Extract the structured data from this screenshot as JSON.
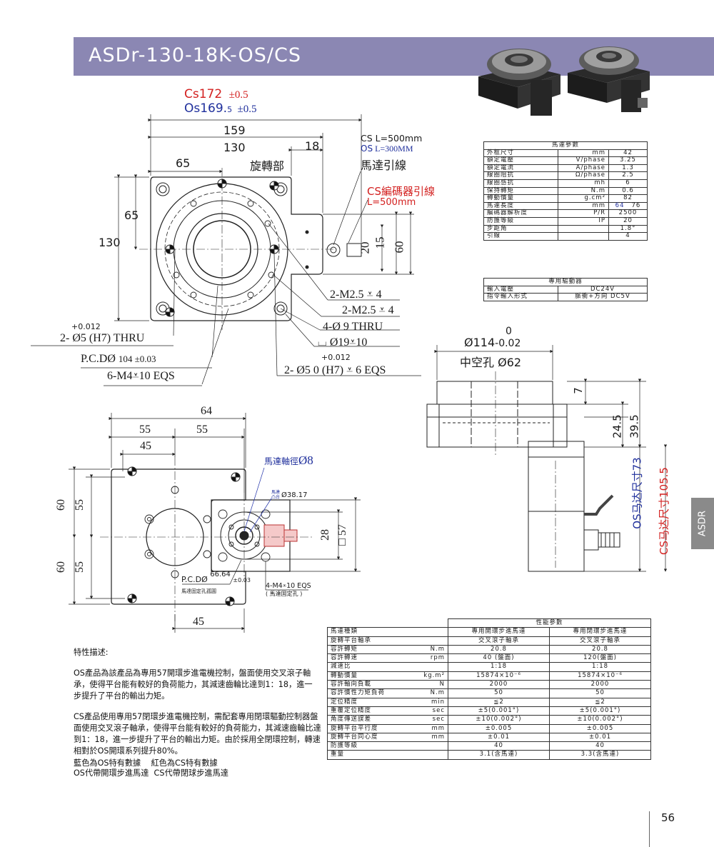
{
  "header": {
    "title": "ASDr-130-18K-OS/CS"
  },
  "side_tab": "ASDR",
  "page_number": "56",
  "drawing_top": {
    "cs_total": "Cs172",
    "cs_tol": "±0.5",
    "os_total": "Os169.",
    "os_total_sub": "5",
    "os_tol": "±0.5",
    "dim_159": "159",
    "dim_130_top": "130",
    "dim_18": "18",
    "dim_65_top": "65",
    "rotating_part": "旋轉部",
    "dim_65_left": "65",
    "dim_130_left": "130",
    "cs_lead": "CS L=500mm",
    "os_lead_prefix": "OS",
    "os_lead": " L=300MM",
    "motor_lead": "馬達引線",
    "encoder_lead": "CS編碼器引線",
    "encoder_lead_len": "L=500mm",
    "dim_20": "20",
    "dim_15": "15",
    "dim_60": "60",
    "m25_a": "2-M2.5",
    "m25_a_depth": "4",
    "m25_b": "2-M2.5",
    "m25_b_depth": "4",
    "holes_9": "4-Ø 9 THRU",
    "cbore_19": "Ø19",
    "cbore_19_depth": "10",
    "tol_012_left": "+0.012",
    "pin_left": "2- Ø5  (H7) THRU",
    "pcd": "P.C.DØ",
    "pcd_val": "104 ±0.03",
    "m4": "6-M4",
    "m4_depth": "10 EQS",
    "tol_012_right": "+0.012",
    "pin_right_a": "2- Ø5",
    "pin_right_b": "0  (H7)",
    "pin_right_depth": "6 EQS"
  },
  "drawing_side": {
    "zero": "0",
    "dia114": "Ø114",
    "dia114_tol": "-0.02",
    "hollow_label": "中空孔",
    "hollow_val": "Ø62",
    "dim_7": "7",
    "dim_245": "24.5",
    "dim_395": "39.5",
    "os_motor": "OS马达尺寸73",
    "cs_motor": "CS马达尺寸105.5"
  },
  "drawing_bottom": {
    "dim_64": "64",
    "dim_55a": "55",
    "dim_55b": "55",
    "dim_45_top": "45",
    "motor_shaft_label": "馬達軸徑",
    "motor_shaft_val": "Ø8",
    "spigot_label_a": "馬達",
    "spigot_label_b": "凸台",
    "spigot_val": "Ø38.17",
    "dim_60_top": "60",
    "dim_55_top": "55",
    "dim_60_bot": "60",
    "dim_55_bot": "55",
    "dim_28": "28",
    "dim_57": "□ 57",
    "pcd_label": "P.C.D",
    "pcd_val": "66.64",
    "pcd_tol": "±0.03",
    "pcd_note": "馬達固定孔孤圓",
    "m4_label": "4-M4",
    "m4_depth": "10 EQS",
    "m4_note": "( 馬達固定孔 )",
    "dim_45_bot": "45"
  },
  "motor_table": {
    "title": "馬達參數",
    "rows": [
      [
        "外框尺寸",
        "mm",
        "42"
      ],
      [
        "額定電壓",
        "V/phase",
        "3.25"
      ],
      [
        "額定電流",
        "A/phase",
        "1.3"
      ],
      [
        "線圈阻抗",
        "Ω/phase",
        "2.5"
      ],
      [
        "線圈感抗",
        "mh",
        "6"
      ],
      [
        "保持轉矩",
        "N.m",
        "0.6"
      ],
      [
        "轉動慣量",
        "g.cm²",
        "82"
      ],
      [
        "馬達長度",
        "mm",
        "76"
      ],
      [
        "編碼器解析度",
        "P/R",
        "2500"
      ],
      [
        "防護等級",
        "IP",
        "20"
      ],
      [
        "步距角",
        "",
        "1.8°"
      ],
      [
        "引線",
        "",
        "4"
      ]
    ],
    "length_os": "64"
  },
  "driver_table": {
    "title": "專用驅動器",
    "rows": [
      [
        "輸入電壓",
        "DC24V"
      ],
      [
        "指令輸入形式",
        "脈衝+方向 DC5V"
      ]
    ]
  },
  "perf_table": {
    "title": "性能參數",
    "rows": [
      [
        "馬達種類",
        "",
        "專用開環步進馬達",
        "專用閉環步進馬達"
      ],
      [
        "旋轉平台軸承",
        "",
        "交叉滾子軸承",
        "交叉滾子軸承"
      ],
      [
        "容許轉矩",
        "N.m",
        "20.8",
        "20.8"
      ],
      [
        "容許轉速",
        "rpm",
        "40 (盤面)",
        "120(盤面)"
      ],
      [
        "減速比",
        "",
        "1:18",
        "1:18"
      ],
      [
        "轉動慣量",
        "kg.m²",
        "15874×10⁻⁶",
        "15874×10⁻⁶"
      ],
      [
        "容許軸向負載",
        "N",
        "2000",
        "2000"
      ],
      [
        "容許慣性力矩負荷",
        "N.m",
        "50",
        "50"
      ],
      [
        "定位精度",
        "min",
        "≦2",
        "≦2"
      ],
      [
        "重覆定位精度",
        "sec",
        "±5(0.001°)",
        "±5(0.001°)"
      ],
      [
        "角度傳送誤差",
        "sec",
        "±10(0.002°)",
        "±10(0.002°)"
      ],
      [
        "旋轉平台平行度",
        "mm",
        "±0.005",
        "±0.005"
      ],
      [
        "旋轉平台同心度",
        "mm",
        "±0.01",
        "±0.01"
      ],
      [
        "防護等級",
        "",
        "40",
        "40"
      ],
      [
        "重量",
        "",
        "3.1(含馬達)",
        "3.3(含馬達)"
      ]
    ]
  },
  "description": {
    "heading": "特性描述:",
    "p1": "OS產品為該產品為專用57開環步進電機控制，盤面使用交叉滾子軸承，使得平台能有較好的負荷能力，其減速齒輪比達到1：18，進一步提升了平台的輸出力矩。",
    "p2": "CS產品使用專用57閉環步進電機控制，需配套專用閉環驅動控制器盤面使用交叉滾子軸承，使得平台能有較好的負荷能力，其減速齒輪比達到1：18，進一步提升了平台的輸出力矩。由於採用全閉環控制，轉速相對於OS開環系列提升80%。",
    "legend_blue": "藍色為OS特有數據",
    "legend_red": "紅色為CS特有數據",
    "legend_os": "OS代帶開環步進馬達",
    "legend_cs": "CS代帶閉球步進馬達"
  },
  "colors": {
    "title_bar": "#8b87b3",
    "os_blue": "#1f2f9c",
    "cs_red": "#d3201f",
    "side_tab": "#8a8a8a"
  }
}
